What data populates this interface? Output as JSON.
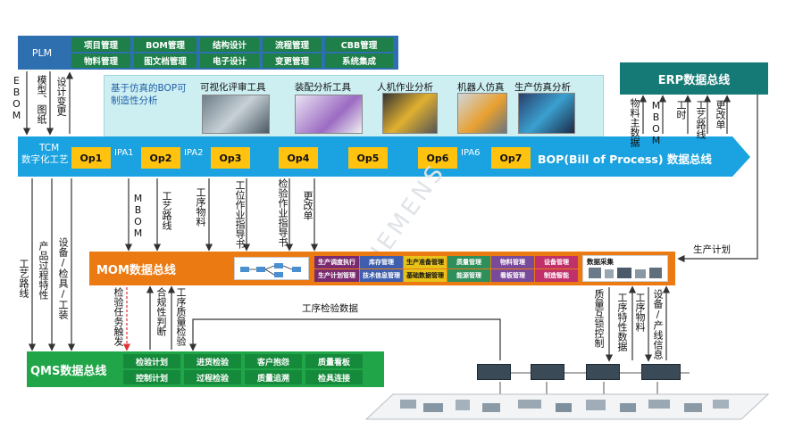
{
  "plm": {
    "label": "PLM",
    "cells": [
      "项目管理",
      "BOM管理",
      "结构设计",
      "流程管理",
      "CBB管理",
      "物料管理",
      "图文档管理",
      "电子设计",
      "变更管理",
      "系统集成"
    ]
  },
  "erp": {
    "title": "ERP数据总线"
  },
  "plm_flows": [
    "EBOM",
    "模型、图纸",
    "设计变更"
  ],
  "bop_panel": {
    "text": "基于仿真的BOP可制造性分析",
    "tools": [
      "可视化评审工具",
      "装配分析工具",
      "人机作业分析",
      "机器人仿真",
      "生产仿真分析"
    ]
  },
  "erp_flows": [
    "物料主数据",
    "MBOM",
    "工时",
    "工艺路线",
    "更改单"
  ],
  "tcm": {
    "line1": "TCM",
    "line2": "数字化工艺"
  },
  "ops": [
    "Op1",
    "Op2",
    "Op3",
    "Op4",
    "Op5",
    "Op6",
    "Op7"
  ],
  "ipas": [
    "IPA1",
    "IPA2",
    "IPA6"
  ],
  "bop_bus": "BOP(Bill of Process)  数据总线",
  "bop_to_mom": [
    "MBOM",
    "工艺路线",
    "工序物料",
    "工位作业指导书",
    "检验作业指导书",
    "更改单"
  ],
  "production_plan": "生产计划",
  "watermark": "SIEMENS",
  "mom": {
    "title": "MOM数据总线",
    "cells": [
      "生产调度执行",
      "库存管理",
      "生产准备管理",
      "质量管理",
      "物料管理",
      "设备管理",
      "生产计划管理",
      "技术信息管理",
      "基础数据管理",
      "能源管理",
      "看板管理",
      "制造智能"
    ],
    "data_collect": "数据采集"
  },
  "left_flows": [
    "工艺路线",
    "产品过程特性",
    "设备/检具/工装"
  ],
  "mom_qms_flows": [
    "检验任务触发",
    "合规性判断",
    "工序质量检验"
  ],
  "process_inspection_data": "工序检验数据",
  "device_flows": [
    "质量互锁控制",
    "工序特性数据",
    "工序物料",
    "设备/产线信息"
  ],
  "qms": {
    "title": "QMS数据总线",
    "cells": [
      "检验计划",
      "进货检验",
      "客户抱怨",
      "质量看板",
      "控制计划",
      "过程检验",
      "质量追溯",
      "检具连接"
    ]
  },
  "colors": {
    "plm": "#2e6fb0",
    "green": "#1e7f49",
    "bop": "#1aa3e0",
    "op": "#ffc20e",
    "mom": "#ec7a12",
    "qms": "#20a549",
    "erp": "#157a75"
  }
}
